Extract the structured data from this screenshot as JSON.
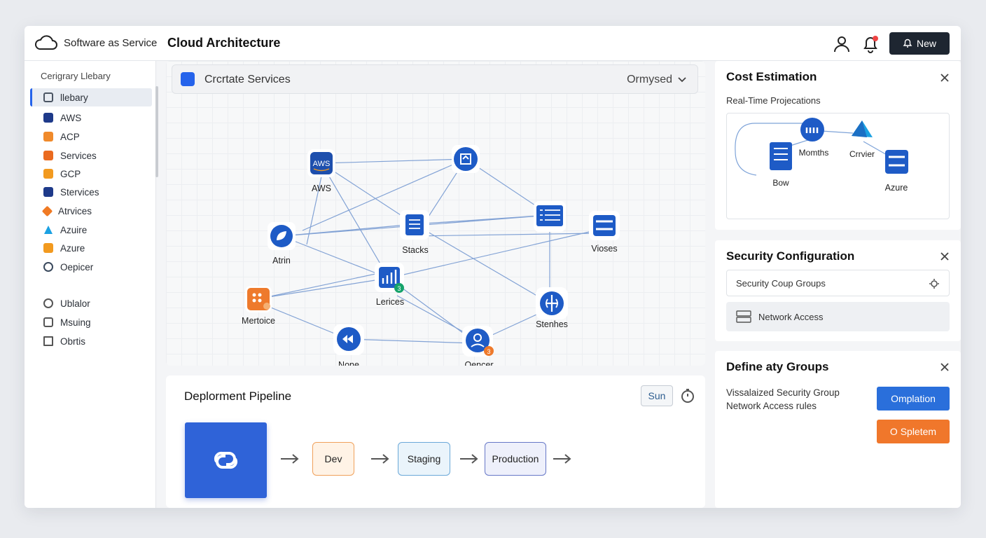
{
  "topbar": {
    "brand": "Software as Service",
    "title": "Cloud Architecture",
    "new_button": "New",
    "notification_color": "#ef4444"
  },
  "sidebar": {
    "title": "Cerigrary Llebary",
    "items": [
      {
        "label": "llebary",
        "icon": "library-icon",
        "color": "#4b5563",
        "active": true
      },
      {
        "label": "AWS",
        "icon": "aws-icon",
        "color": "#1e3a8a"
      },
      {
        "label": "ACP",
        "icon": "acp-icon",
        "color": "#f08a2b"
      },
      {
        "label": "Services",
        "icon": "services-icon",
        "color": "#ea6a1f"
      },
      {
        "label": "GCP",
        "icon": "gcp-icon",
        "color": "#f29a1f"
      },
      {
        "label": "Stervices",
        "icon": "stervices-icon",
        "color": "#1e3a8a"
      },
      {
        "label": "Atrvices",
        "icon": "atrvices-icon",
        "color": "#f07a24"
      },
      {
        "label": "Azuire",
        "icon": "azuire-icon",
        "color": "#1ba1e2"
      },
      {
        "label": "Azure",
        "icon": "azure-icon",
        "color": "#f29a1f"
      },
      {
        "label": "Oepicer",
        "icon": "oepicer-icon",
        "color": "#3b4a5e"
      }
    ],
    "bottom_items": [
      {
        "label": "Ublalor",
        "icon": "ublalor-icon"
      },
      {
        "label": "Msuing",
        "icon": "msuing-icon"
      },
      {
        "label": "Obrtis",
        "icon": "obrtis-icon"
      }
    ]
  },
  "services": {
    "label": "Crcrtate Services",
    "dropdown_value": "Ormysed"
  },
  "graph": {
    "nodes": [
      {
        "id": "aws",
        "label": "AWS",
        "icon": "aws-logo-icon"
      },
      {
        "id": "top",
        "label": "",
        "icon": "ticket-icon"
      },
      {
        "id": "atrin",
        "label": "Atrin",
        "icon": "leaf-icon"
      },
      {
        "id": "stacks",
        "label": "Stacks",
        "icon": "document-icon"
      },
      {
        "id": "list",
        "label": "",
        "icon": "list-icon"
      },
      {
        "id": "vioses",
        "label": "Vioses",
        "icon": "server-icon"
      },
      {
        "id": "lerices",
        "label": "Lerices",
        "icon": "chart-icon",
        "badge": "3"
      },
      {
        "id": "mertoice",
        "label": "Mertoice",
        "icon": "cluster-icon"
      },
      {
        "id": "stenhes",
        "label": "Stenhes",
        "icon": "compass-icon"
      },
      {
        "id": "none",
        "label": "None",
        "icon": "play-icon"
      },
      {
        "id": "oencer",
        "label": "Oencer",
        "icon": "people-icon",
        "badge": "3"
      }
    ],
    "node_labels": {
      "aws": "AWS",
      "atrin": "Atrin",
      "stacks": "Stacks",
      "vioses": "Vioses",
      "lerices": "Lerices",
      "mertoice": "Mertoice",
      "stenhes": "Stenhes",
      "none": "None",
      "oencer": "Oencer",
      "aws_badge": "AWS",
      "badge_lerices": "3",
      "badge_oencer": "3"
    }
  },
  "pipeline": {
    "title": "Deplorment Pipeline",
    "run_button": "Sun",
    "stages": [
      "Dev",
      "Staging",
      "Production"
    ]
  },
  "cost": {
    "title": "Cost Estimation",
    "subtitle": "Real-Time Projecations",
    "labels": {
      "bow": "Bow",
      "months": "Momths",
      "carvier": "Crrvier",
      "azure": "Azure"
    }
  },
  "security": {
    "title": "Security Configuration",
    "row1": "Security Coup Groups",
    "row2": "Network Access"
  },
  "define": {
    "title": "Define  aty Groups",
    "description": "Vissalaized Security Group Network Access rules",
    "primary_button": "Omplation",
    "secondary_button": "O Spletem"
  },
  "colors": {
    "accent": "#2563eb",
    "orange": "#f0772b",
    "dark": "#1e2631"
  }
}
